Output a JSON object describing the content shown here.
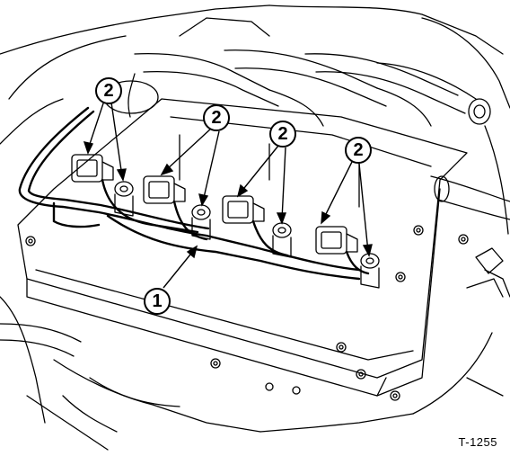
{
  "callouts": {
    "wiring_harness": "1",
    "connector": "2"
  },
  "figure_reference": "T-1255",
  "colors": {
    "ink": "#000000",
    "paper": "#ffffff"
  }
}
